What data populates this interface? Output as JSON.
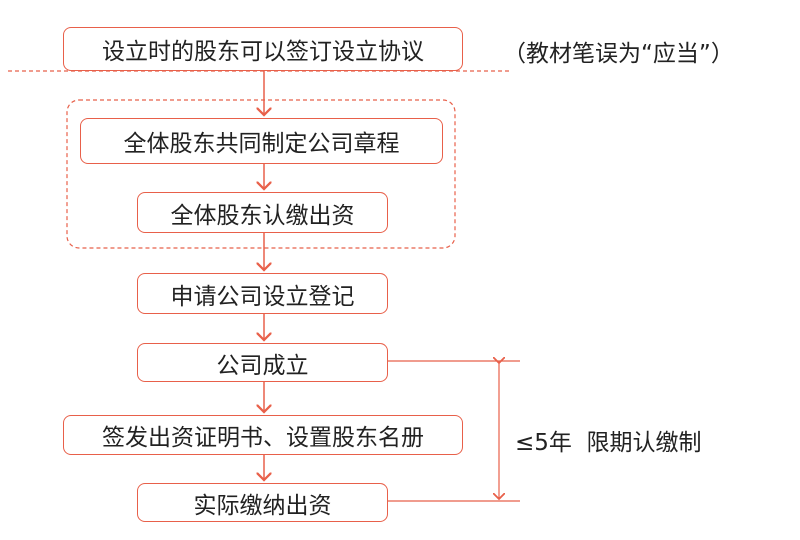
{
  "colors": {
    "accent": "#e8604a",
    "text": "#222222"
  },
  "flow": {
    "step1": "设立时的股东可以签订设立协议",
    "step1_note": "（教材笔误为“应当”）",
    "step2": "全体股东共同制定公司章程",
    "step3": "全体股东认缴出资",
    "step4": "申请公司设立登记",
    "step5": "公司成立",
    "step6": "签发出资证明书、设置股东名册",
    "step7": "实际缴纳出资"
  },
  "period": {
    "label": "≤5年  限期认缴制"
  }
}
